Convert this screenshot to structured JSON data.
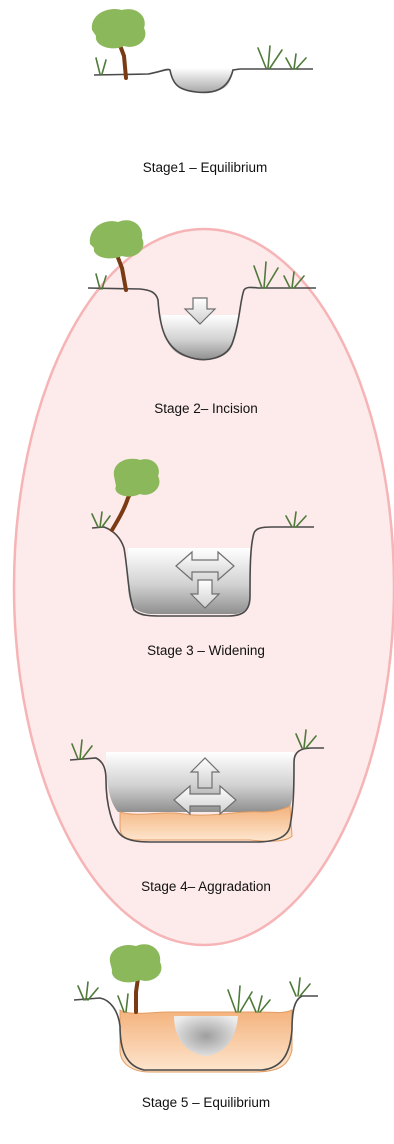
{
  "stages": [
    {
      "label": "Stage1 – Equilibrium"
    },
    {
      "label": "Stage 2– Incision"
    },
    {
      "label": "Stage 3 – Widening"
    },
    {
      "label": "Stage 4– Aggradation"
    },
    {
      "label": "Stage 5 – Equilibrium"
    }
  ],
  "colors": {
    "highlight_fill": "#fdeaea",
    "highlight_stroke": "#f6b4b6",
    "ground_line": "#4a4a4a",
    "water_dark": "#a6a6a6",
    "sediment": "#f6c59a",
    "tree_canopy": "#8cb85c",
    "tree_trunk": "#7a3b14",
    "grass": "#4f7a3a"
  }
}
